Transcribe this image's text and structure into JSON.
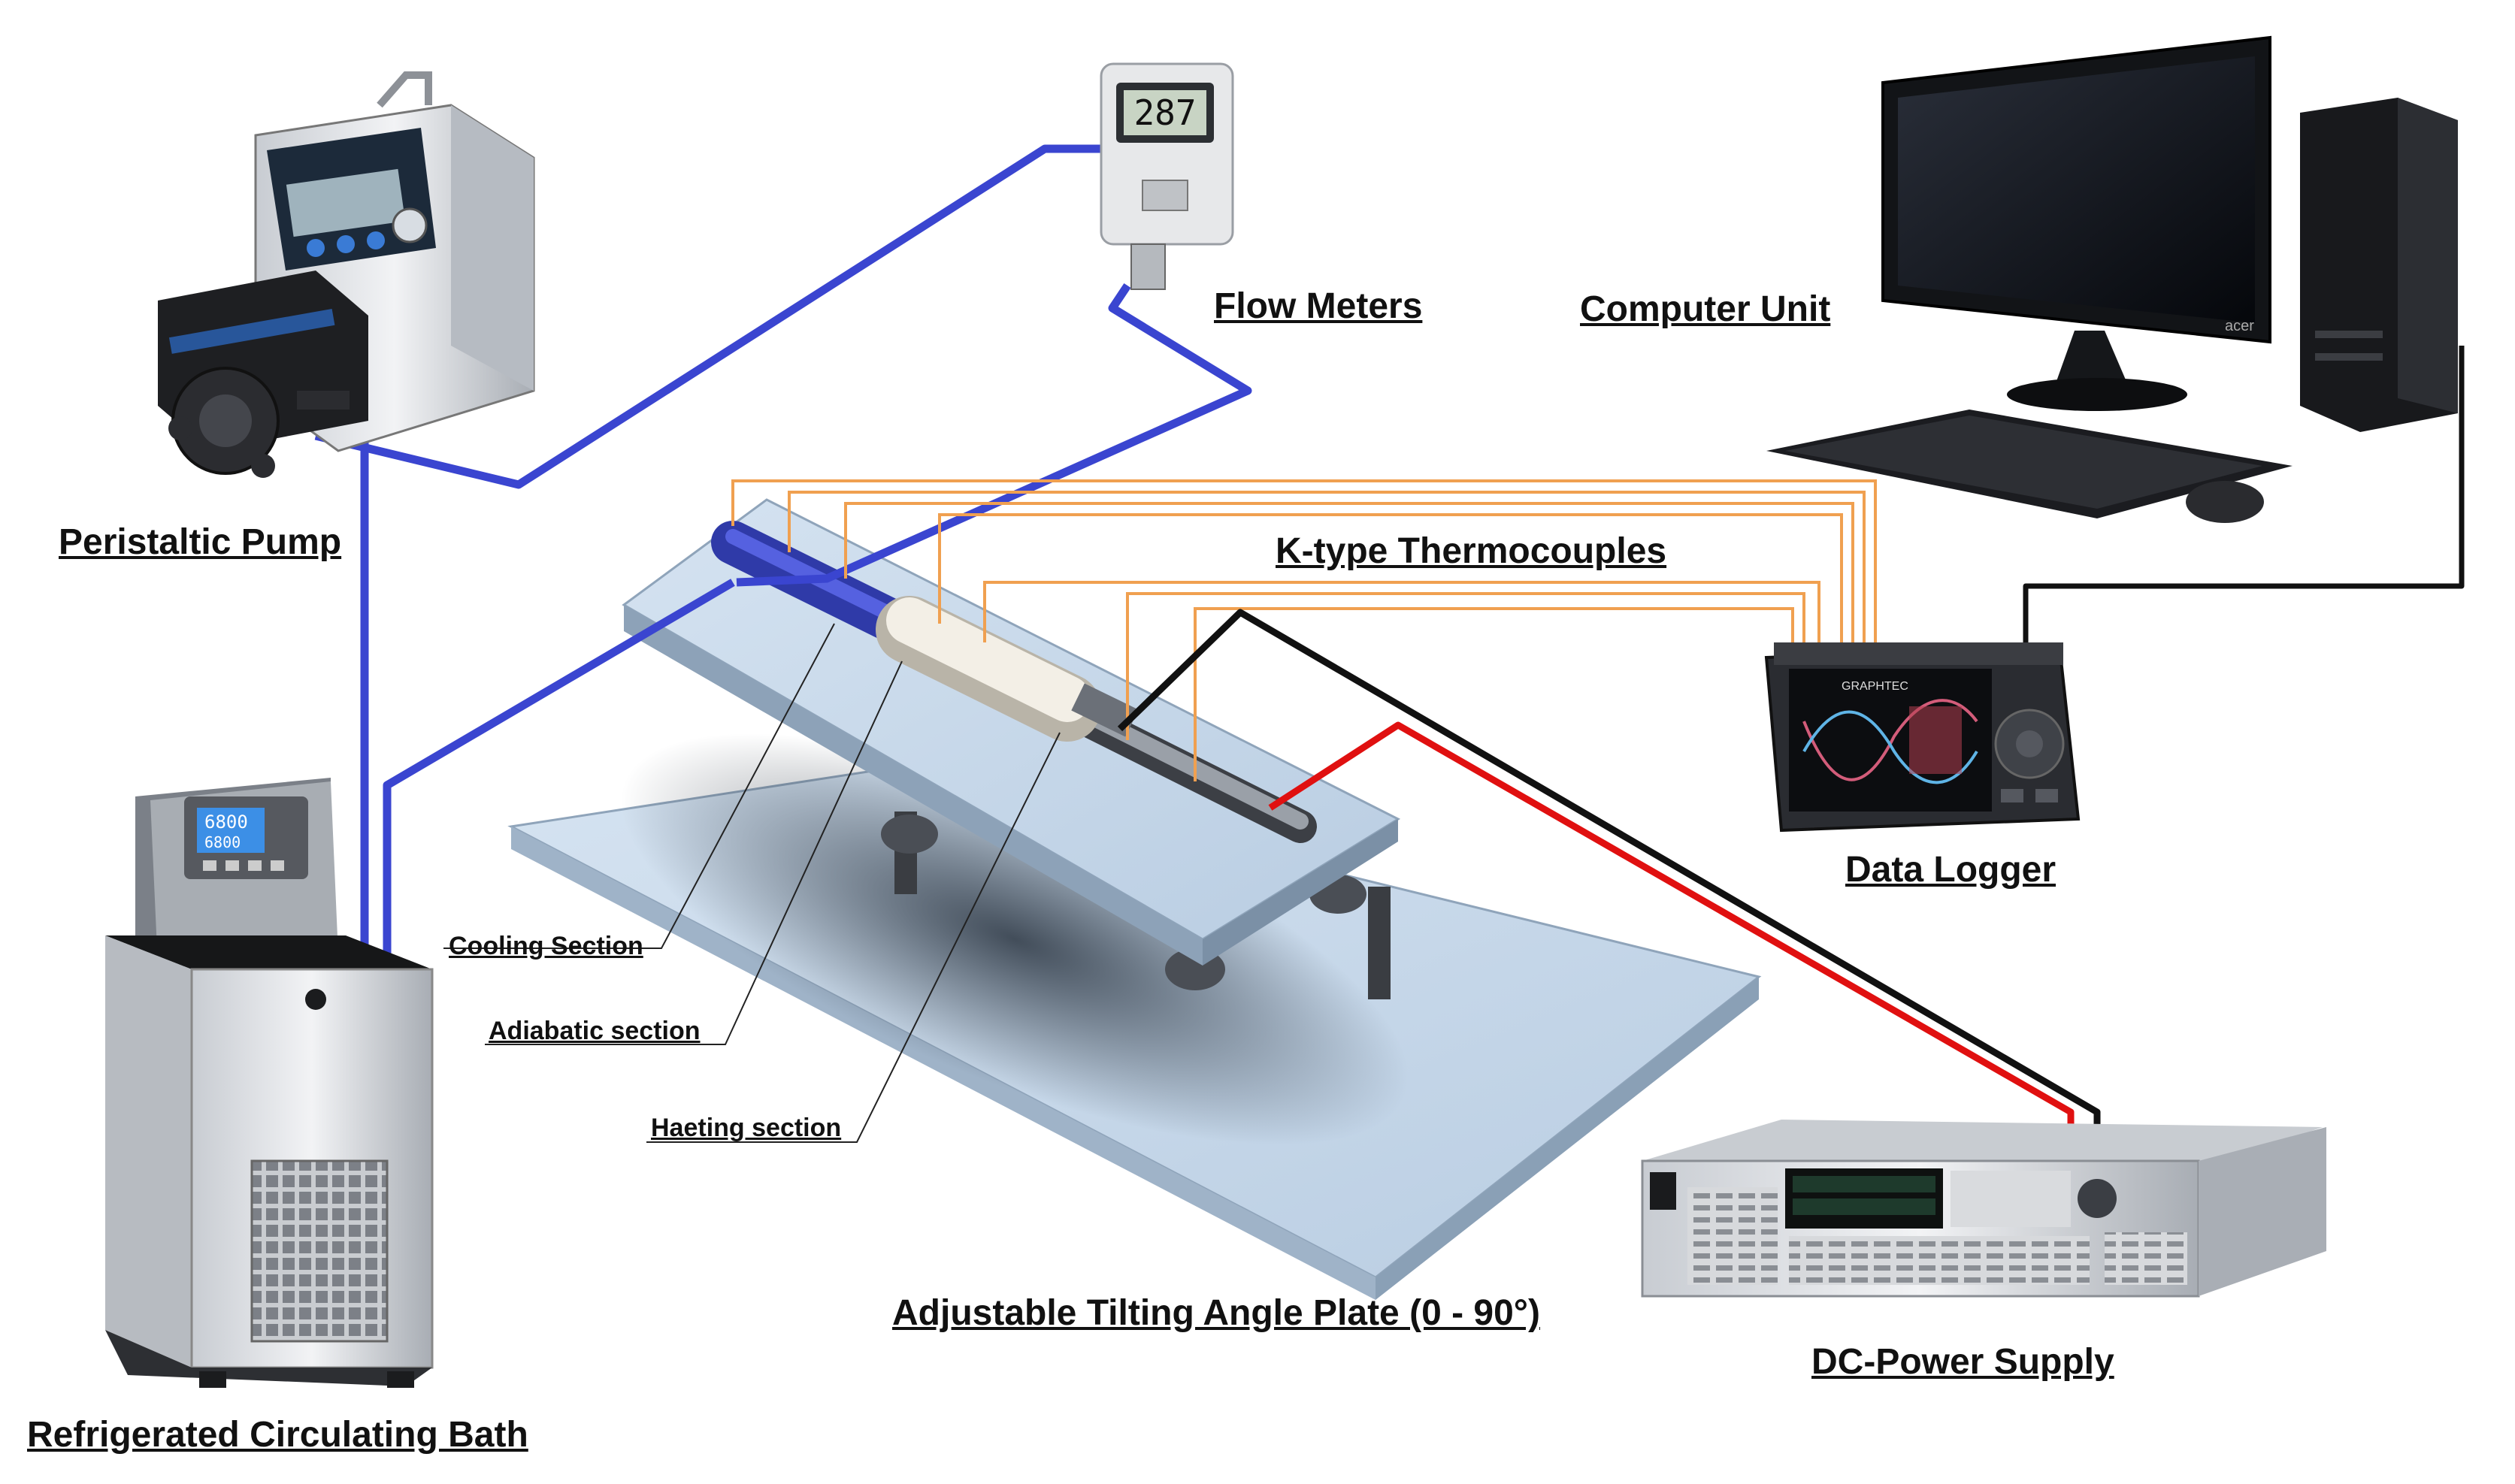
{
  "labels": {
    "peristaltic_pump": "Peristaltic Pump",
    "flow_meters": "Flow Meters",
    "computer_unit": "Computer Unit",
    "thermocouples": "K-type Thermocouples",
    "data_logger": "Data Logger",
    "refrigerated_bath": "Refrigerated Circulating Bath",
    "cooling_section": "Cooling Section",
    "adiabatic_section": "Adiabatic section",
    "heating_section": "Haeting section",
    "tilting_plate": "Adjustable Tilting Angle Plate (0 - 90°)",
    "dc_power_supply": "DC-Power Supply"
  },
  "device_text": {
    "flow_meter_display": "287",
    "bath_display_top": "6800",
    "bath_display_bottom": "6800",
    "data_logger_brand": "GRAPHTEC",
    "monitor_brand": "acer"
  },
  "colors": {
    "water_tube": "#3a45d0",
    "thermocouple_wire": "#f0a050",
    "power_positive": "#e01010",
    "power_negative": "#111111",
    "data_cable": "#111111"
  }
}
